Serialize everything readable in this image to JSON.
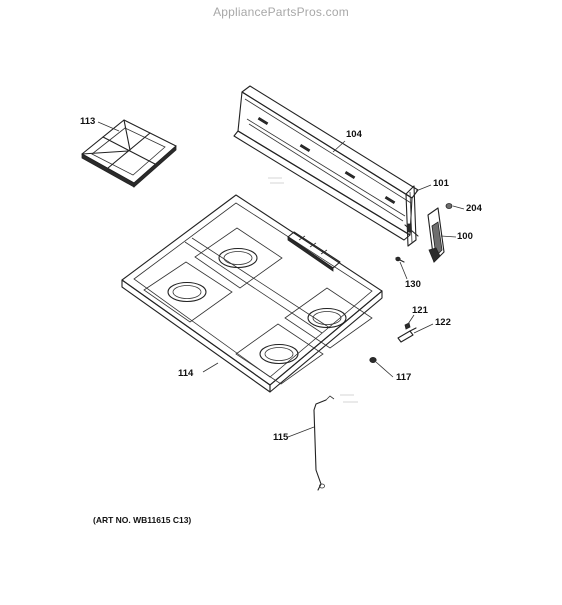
{
  "watermark": "AppliancePartsPros.com",
  "art_number": "(ART NO. WB11615 C13)",
  "callouts": [
    {
      "id": "113",
      "label": "113"
    },
    {
      "id": "104",
      "label": "104"
    },
    {
      "id": "101",
      "label": "101"
    },
    {
      "id": "204",
      "label": "204"
    },
    {
      "id": "100",
      "label": "100"
    },
    {
      "id": "130",
      "label": "130"
    },
    {
      "id": "121",
      "label": "121"
    },
    {
      "id": "122",
      "label": "122"
    },
    {
      "id": "114",
      "label": "114"
    },
    {
      "id": "117",
      "label": "117"
    },
    {
      "id": "115",
      "label": "115"
    }
  ]
}
